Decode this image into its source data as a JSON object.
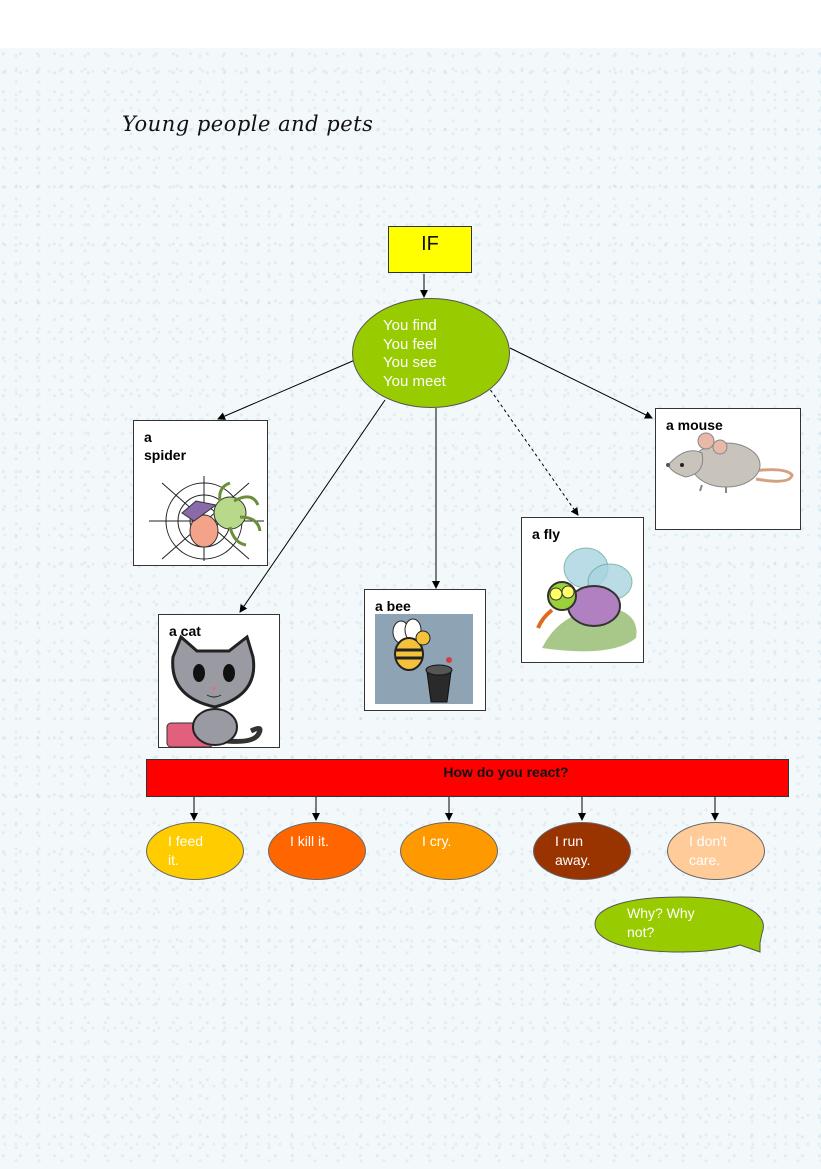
{
  "title": "Young people and pets",
  "if_label": "IF",
  "center": {
    "lines": [
      "You find",
      "You feel",
      "You see",
      "You meet"
    ]
  },
  "animals": {
    "spider": "a\nspider",
    "cat": "a cat",
    "bee": "a bee",
    "fly": "a fly",
    "mouse": "a mouse"
  },
  "question": "How do you react?",
  "reactions": [
    {
      "text": "I feed\nit.",
      "color": "#ffcc00"
    },
    {
      "text": "I kill it.",
      "color": "#ff6600"
    },
    {
      "text": "I cry.",
      "color": "#ff9900"
    },
    {
      "text": "I run\naway.",
      "color": "#993300"
    },
    {
      "text": "I don't\ncare.",
      "color": "#ffcc99"
    }
  ],
  "bubble": {
    "text": "Why? Why\nnot?",
    "color": "#99cc00"
  },
  "colors": {
    "if_box": "#ffff00",
    "center": "#99cc00",
    "react_bar": "#ff0000"
  }
}
